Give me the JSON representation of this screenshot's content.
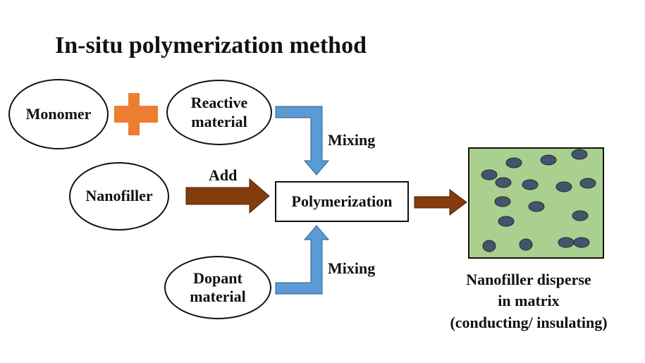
{
  "title": "In-situ polymerization method",
  "nodes": {
    "monomer": "Monomer",
    "reactive_line1": "Reactive",
    "reactive_line2": "material",
    "nanofiller": "Nanofiller",
    "dopant_line1": "Dopant",
    "dopant_line2": "material",
    "polymerization": "Polymerization"
  },
  "edge_labels": {
    "mixing_top": "Mixing",
    "add": "Add",
    "mixing_bottom": "Mixing"
  },
  "result_caption": {
    "line1": "Nanofiller disperse",
    "line2": "in matrix",
    "line3": "(conducting/ insulating)"
  },
  "colors": {
    "plus": "#ed7d31",
    "mixing_arrow": "#5b9bd5",
    "add_arrow": "#843c0c",
    "matrix_fill": "#a9d08e",
    "particle": "#44546a"
  }
}
